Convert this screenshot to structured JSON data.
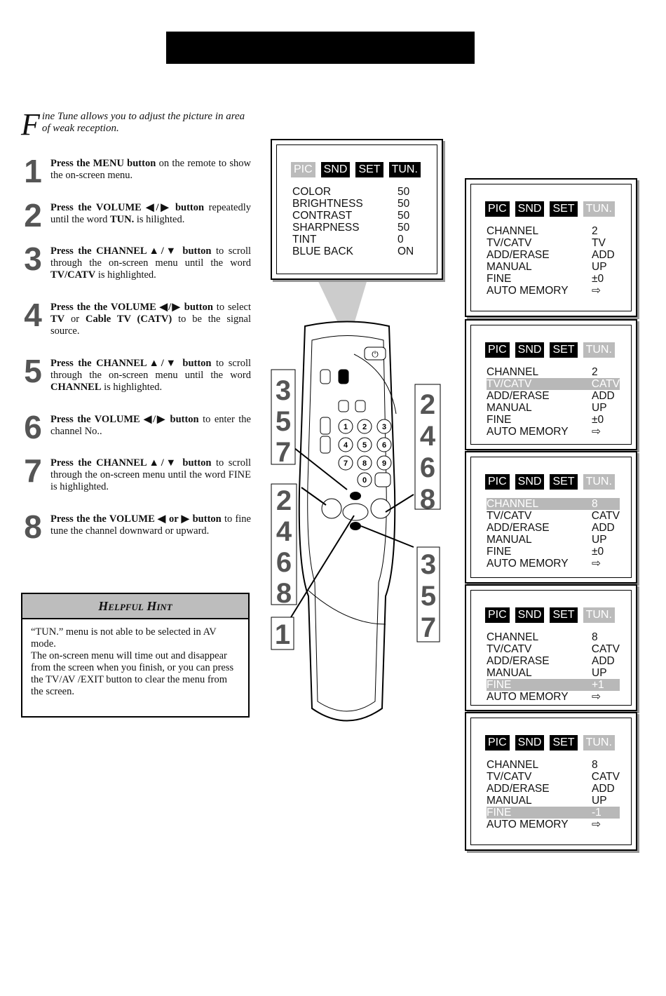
{
  "intro": {
    "dropcap": "F",
    "text": "ine Tune allows you to adjust the picture in area of weak reception."
  },
  "steps": [
    {
      "num": "1",
      "parts": [
        [
          "b",
          "Press the MENU button"
        ],
        [
          "t",
          " on the remote to show the on-screen menu."
        ]
      ]
    },
    {
      "num": "2",
      "parts": [
        [
          "b",
          "Press the VOLUME ◀/▶ button"
        ],
        [
          "t",
          " repeatedly until the word "
        ],
        [
          "b",
          "TUN."
        ],
        [
          "t",
          " is hilighted."
        ]
      ]
    },
    {
      "num": "3",
      "parts": [
        [
          "b",
          "Press the CHANNEL▲/▼ button"
        ],
        [
          "t",
          " to scroll through the on-screen menu until the word "
        ],
        [
          "b",
          "TV/CATV"
        ],
        [
          "t",
          " is highlighted."
        ]
      ]
    },
    {
      "num": "4",
      "parts": [
        [
          "b",
          "Press the the VOLUME ◀/▶ button"
        ],
        [
          "t",
          " to select "
        ],
        [
          "b",
          "TV"
        ],
        [
          "t",
          " or "
        ],
        [
          "b",
          "Cable TV (CATV)"
        ],
        [
          "t",
          " to be the signal source."
        ]
      ]
    },
    {
      "num": "5",
      "parts": [
        [
          "b",
          "Press the CHANNEL▲/▼ button"
        ],
        [
          "t",
          " to scroll through the on-screen menu until the word "
        ],
        [
          "b",
          "CHANNEL"
        ],
        [
          "t",
          " is highlighted."
        ]
      ]
    },
    {
      "num": "6",
      "parts": [
        [
          "b",
          "Press the VOLUME ◀/▶ button"
        ],
        [
          "t",
          " to enter the channel No.."
        ]
      ]
    },
    {
      "num": "7",
      "parts": [
        [
          "b",
          "Press the CHANNEL▲/▼ button"
        ],
        [
          "t",
          " to scroll through the on-screen menu until the word FINE is highlighted."
        ]
      ]
    },
    {
      "num": "8",
      "parts": [
        [
          "b",
          "Press the the VOLUME ◀ or ▶ button"
        ],
        [
          "t",
          " to fine tune the channel downward or upward."
        ]
      ]
    }
  ],
  "hint": {
    "title": "Helpful Hint",
    "body": "“TUN.” menu is not able to be selected in AV mode.\nThe on-screen menu will time out and disappear from the screen when you finish, or you can press the TV/AV /EXIT button to clear the menu from the screen."
  },
  "tabs": [
    "PIC",
    "SND",
    "SET",
    "TUN."
  ],
  "menus": [
    {
      "active_tab": 0,
      "rows": [
        [
          "COLOR",
          "50"
        ],
        [
          "BRIGHTNESS",
          "50"
        ],
        [
          "CONTRAST",
          "50"
        ],
        [
          "SHARPNESS",
          "50"
        ],
        [
          "TINT",
          "0"
        ],
        [
          "BLUE BACK",
          "ON"
        ]
      ],
      "highlight": -1
    },
    {
      "active_tab": 3,
      "rows": [
        [
          "CHANNEL",
          "2"
        ],
        [
          "TV/CATV",
          "TV"
        ],
        [
          "ADD/ERASE",
          "ADD"
        ],
        [
          "MANUAL",
          "UP"
        ],
        [
          "FINE",
          "±0"
        ],
        [
          "AUTO MEMORY",
          "⇨"
        ]
      ],
      "highlight": -1
    },
    {
      "active_tab": 3,
      "rows": [
        [
          "CHANNEL",
          "2"
        ],
        [
          "TV/CATV",
          "CATV"
        ],
        [
          "ADD/ERASE",
          "ADD"
        ],
        [
          "MANUAL",
          "UP"
        ],
        [
          "FINE",
          "±0"
        ],
        [
          "AUTO MEMORY",
          "⇨"
        ]
      ],
      "highlight": 1
    },
    {
      "active_tab": 3,
      "rows": [
        [
          "CHANNEL",
          "8"
        ],
        [
          "TV/CATV",
          "CATV"
        ],
        [
          "ADD/ERASE",
          "ADD"
        ],
        [
          "MANUAL",
          "UP"
        ],
        [
          "FINE",
          "±0"
        ],
        [
          "AUTO MEMORY",
          "⇨"
        ]
      ],
      "highlight": 0
    },
    {
      "active_tab": 3,
      "rows": [
        [
          "CHANNEL",
          "8"
        ],
        [
          "TV/CATV",
          "CATV"
        ],
        [
          "ADD/ERASE",
          "ADD"
        ],
        [
          "MANUAL",
          "UP"
        ],
        [
          "FINE",
          "+1"
        ],
        [
          "AUTO MEMORY",
          "⇨"
        ]
      ],
      "highlight": 4
    },
    {
      "active_tab": 3,
      "rows": [
        [
          "CHANNEL",
          "8"
        ],
        [
          "TV/CATV",
          "CATV"
        ],
        [
          "ADD/ERASE",
          "ADD"
        ],
        [
          "MANUAL",
          "UP"
        ],
        [
          "FINE",
          "-1"
        ],
        [
          "AUTO MEMORY",
          "⇨"
        ]
      ],
      "highlight": 4
    }
  ],
  "remote": {
    "left_numbers_top": [
      "3",
      "5",
      "7"
    ],
    "left_numbers_bottom": [
      "2",
      "4",
      "6",
      "8"
    ],
    "right_numbers_top": [
      "2",
      "4",
      "6",
      "8"
    ],
    "right_numbers_bottom": [
      "3",
      "5",
      "7"
    ],
    "bottom_number": "1",
    "keypad": [
      "1",
      "2",
      "3",
      "4",
      "5",
      "6",
      "7",
      "8",
      "9",
      "0"
    ]
  },
  "colors": {
    "highlight": "#b8b8b8",
    "dim_tab": "#bbbbbb",
    "step_number": "#555555"
  }
}
